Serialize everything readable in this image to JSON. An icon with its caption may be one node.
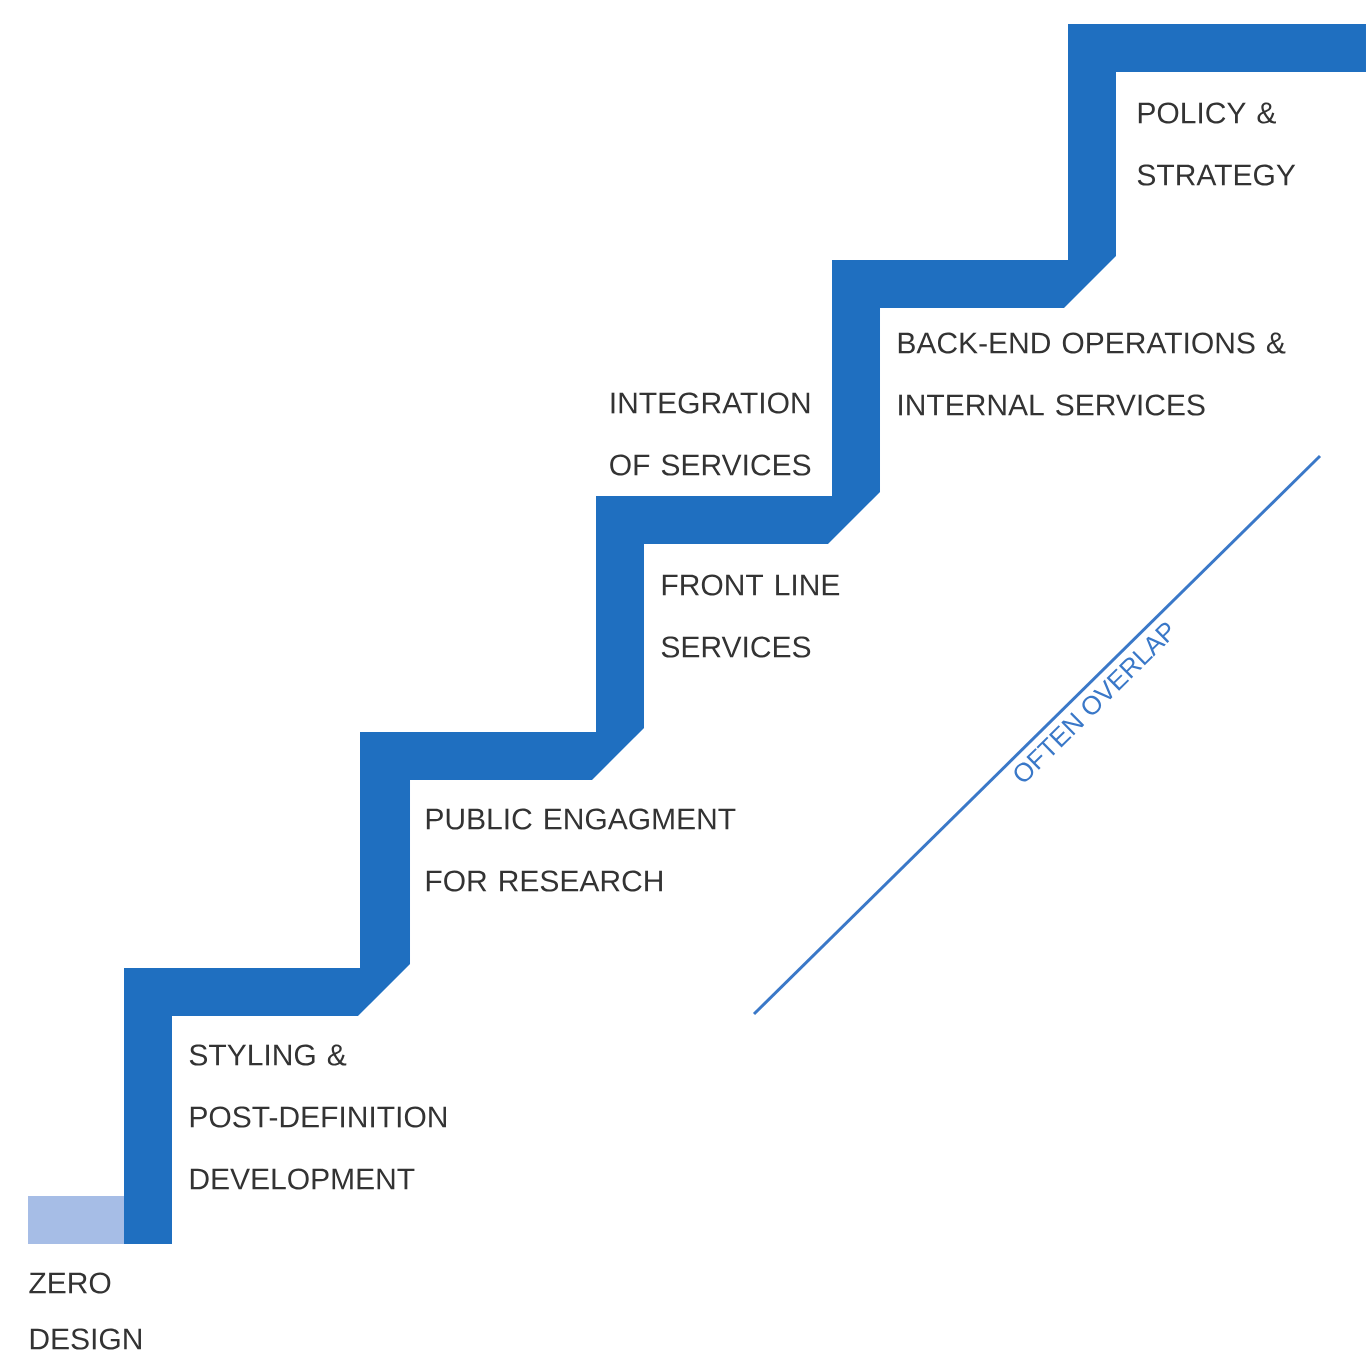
{
  "diagram": {
    "labels": [
      "ZERO DESIGN",
      "STYLING & POST-DEFINITION DEVELOPMENT",
      "PUBLIC ENGAGMENT FOR RESEARCH",
      "FRONT LINE SERVICES",
      "INTEGRATION OF SERVICES",
      "BACK-END OPERATIONS & INTERNAL SERVICES",
      "POLICY & STRATEGY",
      "OFTEN OVERLAP"
    ]
  }
}
